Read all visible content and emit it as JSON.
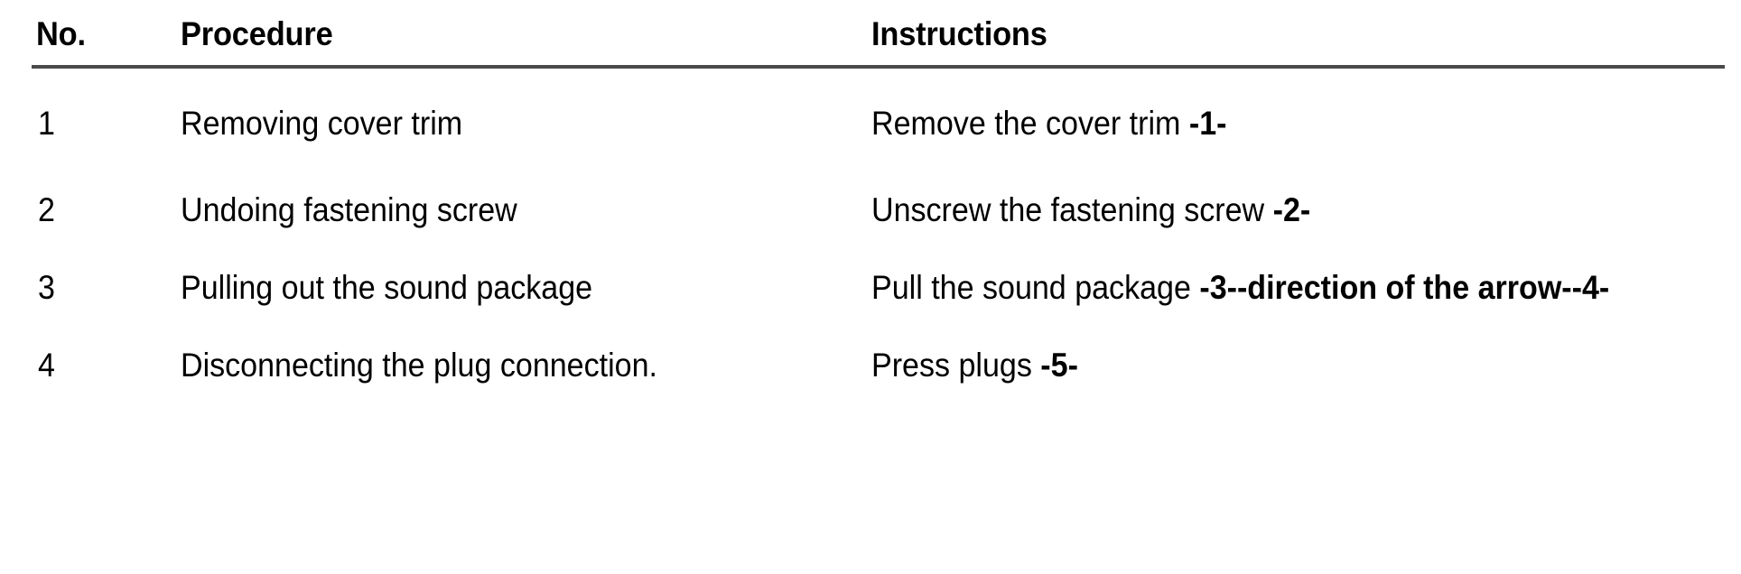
{
  "document": {
    "type": "procedure-table",
    "background_color": "#ffffff",
    "text_color": "#000000",
    "rule_color": "#4a4a4a"
  },
  "table": {
    "headers": {
      "no": "No.",
      "procedure": "Procedure",
      "instructions": "Instructions"
    },
    "rows": [
      {
        "no": "1",
        "procedure": "Removing cover trim",
        "instructions_plain": "Remove the cover trim ",
        "instructions_bold": "-1-",
        "instructions_full": "Remove the cover trim -1-"
      },
      {
        "no": "2",
        "procedure": "Undoing fastening screw",
        "instructions_plain": "Unscrew the fastening screw ",
        "instructions_bold": "-2-",
        "instructions_full": "Unscrew the fastening screw -2-"
      },
      {
        "no": "3",
        "procedure": "Pulling out the sound package",
        "instructions_plain": "Pull the sound package ",
        "instructions_bold": "-3--direction of the arrow--4-",
        "instructions_full": "Pull the sound package -3--direction of the arrow--4-"
      },
      {
        "no": "4",
        "procedure": "Disconnecting the plug connection.",
        "instructions_plain": "Press plugs ",
        "instructions_bold": "-5-",
        "instructions_full": "Press plugs -5-"
      }
    ]
  }
}
